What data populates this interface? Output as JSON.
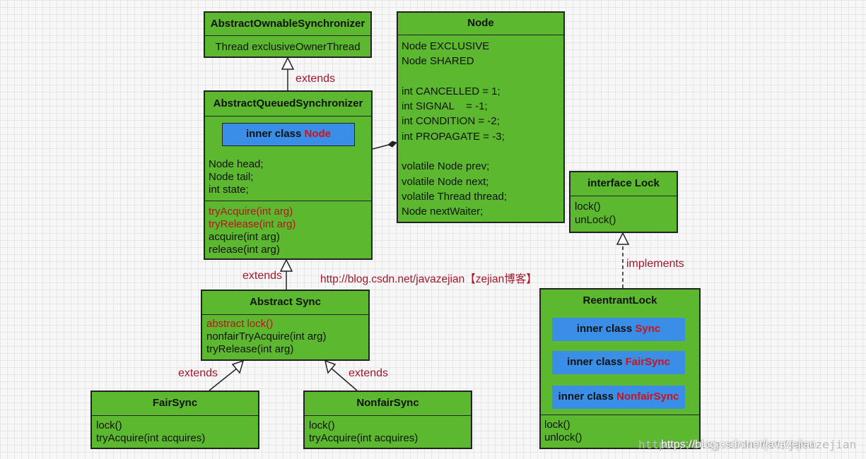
{
  "classes": {
    "aos": {
      "title": "AbstractOwnableSynchronizer",
      "fields": [
        "Thread exclusiveOwnerThread"
      ]
    },
    "aqs": {
      "title": "AbstractQueuedSynchronizer",
      "inner_prefix": "inner class ",
      "inner_name": "Node",
      "fields": [
        "Node head;",
        "Node tail;",
        "int state;"
      ],
      "methods_red": [
        "tryAcquire(int arg)",
        "tryRelease(int arg)"
      ],
      "methods": [
        "acquire(int arg)",
        "release(int arg)"
      ]
    },
    "node": {
      "title": "Node",
      "lines": [
        "Node EXCLUSIVE",
        "Node SHARED",
        "",
        "int CANCELLED = 1;",
        "int SIGNAL    = -1;",
        "int CONDITION = -2;",
        "int PROPAGATE = -3;",
        "",
        "volatile Node prev;",
        "volatile Node next;",
        "volatile Thread thread;",
        "Node nextWaiter;"
      ]
    },
    "lock": {
      "title": "interface Lock",
      "methods": [
        "lock()",
        "unLock()"
      ]
    },
    "sync": {
      "title": "Abstract Sync",
      "methods_red": [
        "abstract lock()"
      ],
      "methods": [
        "nonfairTryAcquire(int arg)",
        "tryRelease(int arg)"
      ]
    },
    "fair": {
      "title": "FairSync",
      "methods": [
        "lock()",
        "tryAcquire(int acquires)"
      ]
    },
    "nonfair": {
      "title": "NonfairSync",
      "methods": [
        "lock()",
        "tryAcquire(int acquires)"
      ]
    },
    "reentrant": {
      "title": "ReentrantLock",
      "inner_prefix": "inner class ",
      "inners": [
        "Sync",
        "FairSync",
        "NonfairSync"
      ],
      "methods": [
        "lock()",
        "unlock()"
      ]
    }
  },
  "labels": {
    "extends_top": "extends",
    "extends_mid": "extends",
    "extends_left": "extends",
    "extends_right": "extends",
    "implements": "implements",
    "url": "http://blog.csdn.net/javazejian【zejian博客】"
  },
  "watermark": "https://blog.csdn.net/javazejian",
  "colors": {
    "class_fill": "#5cb82e",
    "inner_fill": "#3a8ee6",
    "accent_red": "#b8141f",
    "border": "#222222"
  }
}
